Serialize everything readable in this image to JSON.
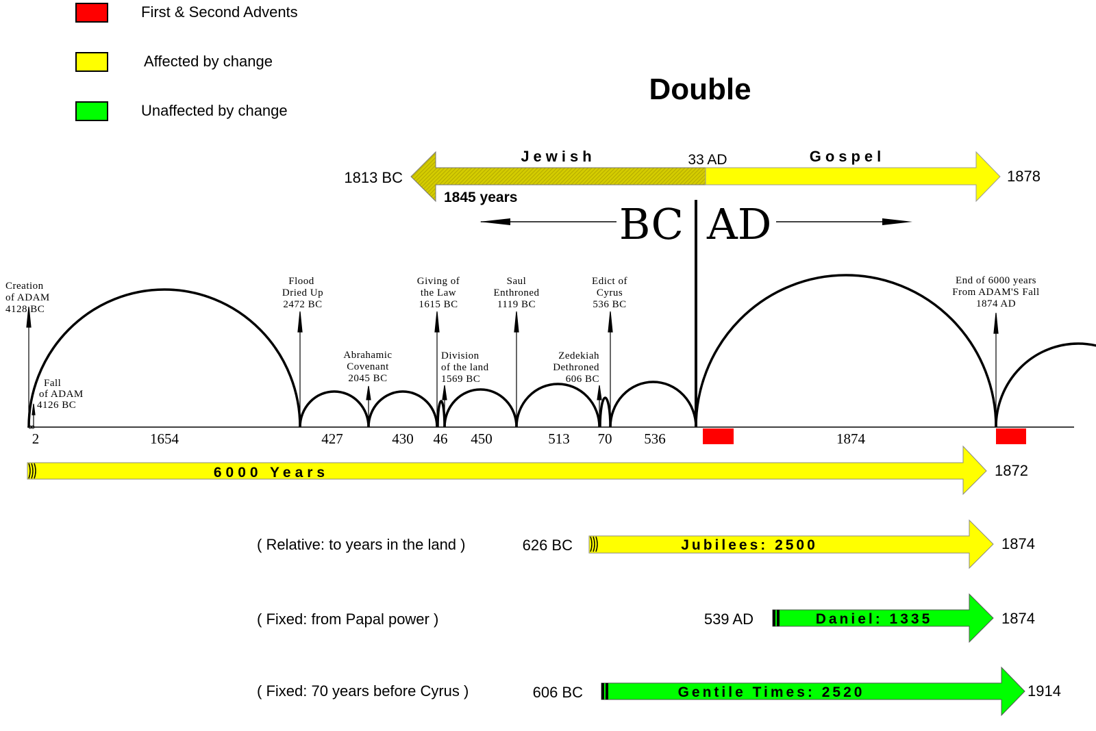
{
  "legend": [
    {
      "label": "First & Second Advents",
      "color": "#ff0000"
    },
    {
      "label": "Affected by change",
      "color": "#ffff00"
    },
    {
      "label": "Unaffected by change",
      "color": "#00ff00"
    }
  ],
  "title": "Double",
  "double_arrow": {
    "left_label": "Jewish",
    "right_label": "Gospel",
    "middle_date": "33 AD",
    "start": "1813 BC",
    "end": "1878",
    "duration": "1845  years"
  },
  "era": {
    "bc": "BC",
    "ad": "AD"
  },
  "events": [
    {
      "lines": [
        "Creation",
        "of ADAM",
        "4128  BC"
      ]
    },
    {
      "lines": [
        "Fall",
        "of ADAM",
        "4126  BC"
      ]
    },
    {
      "lines": [
        "Flood",
        "Dried  Up",
        "2472  BC"
      ]
    },
    {
      "lines": [
        "Abrahamic",
        "Covenant",
        "2045  BC"
      ]
    },
    {
      "lines": [
        "Giving  of",
        "the  Law",
        "1615  BC"
      ]
    },
    {
      "lines": [
        "Division",
        "of  the  land",
        "1569  BC"
      ]
    },
    {
      "lines": [
        "Saul",
        "Enthroned",
        "1119  BC"
      ]
    },
    {
      "lines": [
        "Zedekiah",
        "Dethroned",
        "606  BC"
      ]
    },
    {
      "lines": [
        "Edict  of",
        "Cyrus",
        "536  BC"
      ]
    },
    {
      "lines": [
        "End  of  6000  years",
        "From  ADAM'S  Fall",
        "1874  AD"
      ]
    }
  ],
  "intervals": [
    "2",
    "1654",
    "427",
    "430",
    "46",
    "450",
    "513",
    "70",
    "536",
    "1874"
  ],
  "bars": [
    {
      "label": "6000  Years",
      "note": "",
      "start": "",
      "end": "1872"
    },
    {
      "label": "Jubilees:  2500",
      "note": "( Relative: to years in the land )",
      "start": "626 BC",
      "end": "1874"
    },
    {
      "label": "Daniel:  1335",
      "note": "( Fixed: from Papal power )",
      "start": "539 AD",
      "end": "1874"
    },
    {
      "label": "Gentile  Times:  2520",
      "note": "( Fixed: 70 years before Cyrus )",
      "start": "606 BC",
      "end": "1914"
    }
  ]
}
